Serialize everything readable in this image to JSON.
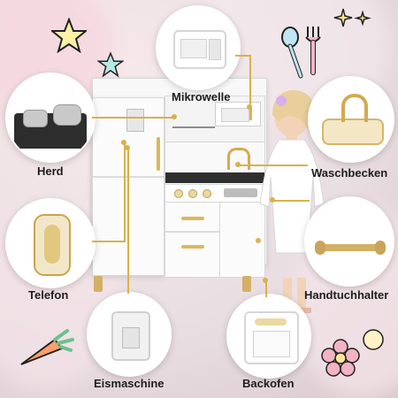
{
  "labels": {
    "mikrowelle": "Mikrowelle",
    "herd": "Herd",
    "waschbecken": "Waschbecken",
    "telefon": "Telefon",
    "handtuchhalter": "Handtuchhalter",
    "eismaschine": "Eismaschine",
    "backofen": "Backofen"
  },
  "colors": {
    "accent_gold": "#d8b24a",
    "background_pink": "#efe3e6",
    "white": "#ffffff"
  },
  "icons": {
    "stars": [
      "star-icon",
      "star-icon",
      "sparkle-icon"
    ],
    "utensils": [
      "spoon-icon",
      "fork-icon"
    ],
    "food": [
      "carrot-icon"
    ],
    "flowers": [
      "flower-icon"
    ]
  }
}
